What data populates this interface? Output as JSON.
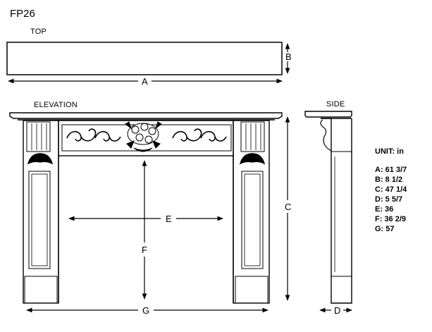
{
  "model": "FP26",
  "views": {
    "top": "TOP",
    "elevation": "ELEVATION",
    "side": "SIDE"
  },
  "dimension_letters": {
    "a": "A",
    "b": "B",
    "c": "C",
    "d": "D",
    "e": "E",
    "f": "F",
    "g": "G"
  },
  "legend": {
    "unit": "UNIT: in",
    "items": [
      "A: 61 3/7",
      "B: 8 1/2",
      "C: 47 1/4",
      "D: 5 5/7",
      "E: 36",
      "F: 36 2/9",
      "G: 57"
    ]
  }
}
